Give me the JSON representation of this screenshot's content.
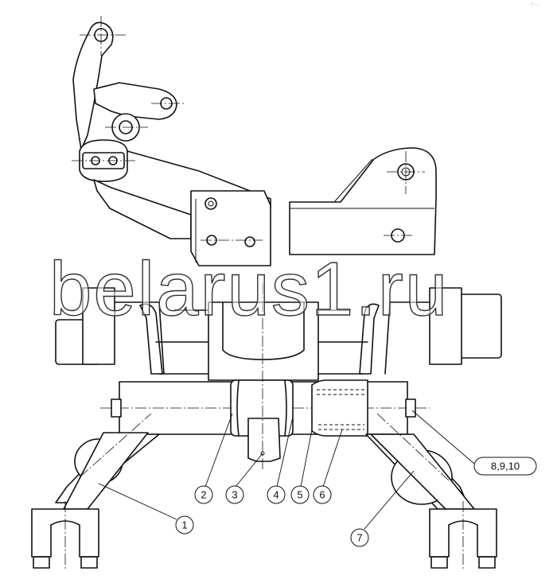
{
  "watermark": "belarus1.ru",
  "corner_mark": "° ···",
  "callouts": [
    {
      "id": "1",
      "label": "1"
    },
    {
      "id": "2",
      "label": "2"
    },
    {
      "id": "3",
      "label": "3"
    },
    {
      "id": "4",
      "label": "4"
    },
    {
      "id": "5",
      "label": "5"
    },
    {
      "id": "6",
      "label": "6"
    },
    {
      "id": "7",
      "label": "7"
    },
    {
      "id": "8-9-10",
      "label": "8,9,10"
    }
  ]
}
